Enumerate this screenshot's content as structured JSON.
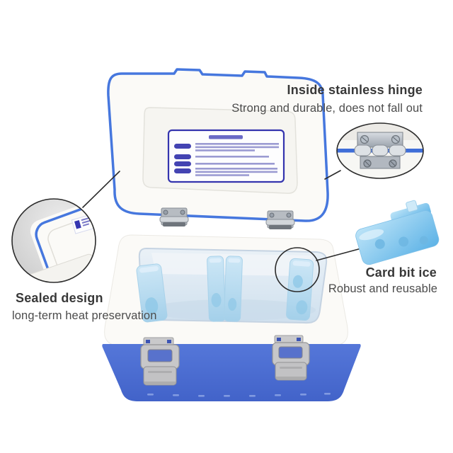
{
  "annotations": {
    "hinge": {
      "title": "Inside stainless hinge",
      "subtitle": "Strong and durable, does not fall out"
    },
    "ice_pack": {
      "title": "Card bit ice",
      "subtitle": "Robust and reusable"
    },
    "seal": {
      "title": "Sealed design",
      "subtitle": "long-term heat preservation"
    }
  },
  "colors": {
    "background": "#ffffff",
    "body_blue": "#4b6ed3",
    "lid_seal_blue": "#4677de",
    "ice_pack_blue": "#8fc8e7",
    "callout_pack_blue": "#5cb2e6",
    "latch_gray": "#c6c6c8",
    "hinge_metal_gray": "#a7adb5",
    "annotation_line": "#2b2b2b",
    "label_border_blue": "#3434ae",
    "title_text": "#383838",
    "subtitle_text": "#4c4c4c"
  }
}
